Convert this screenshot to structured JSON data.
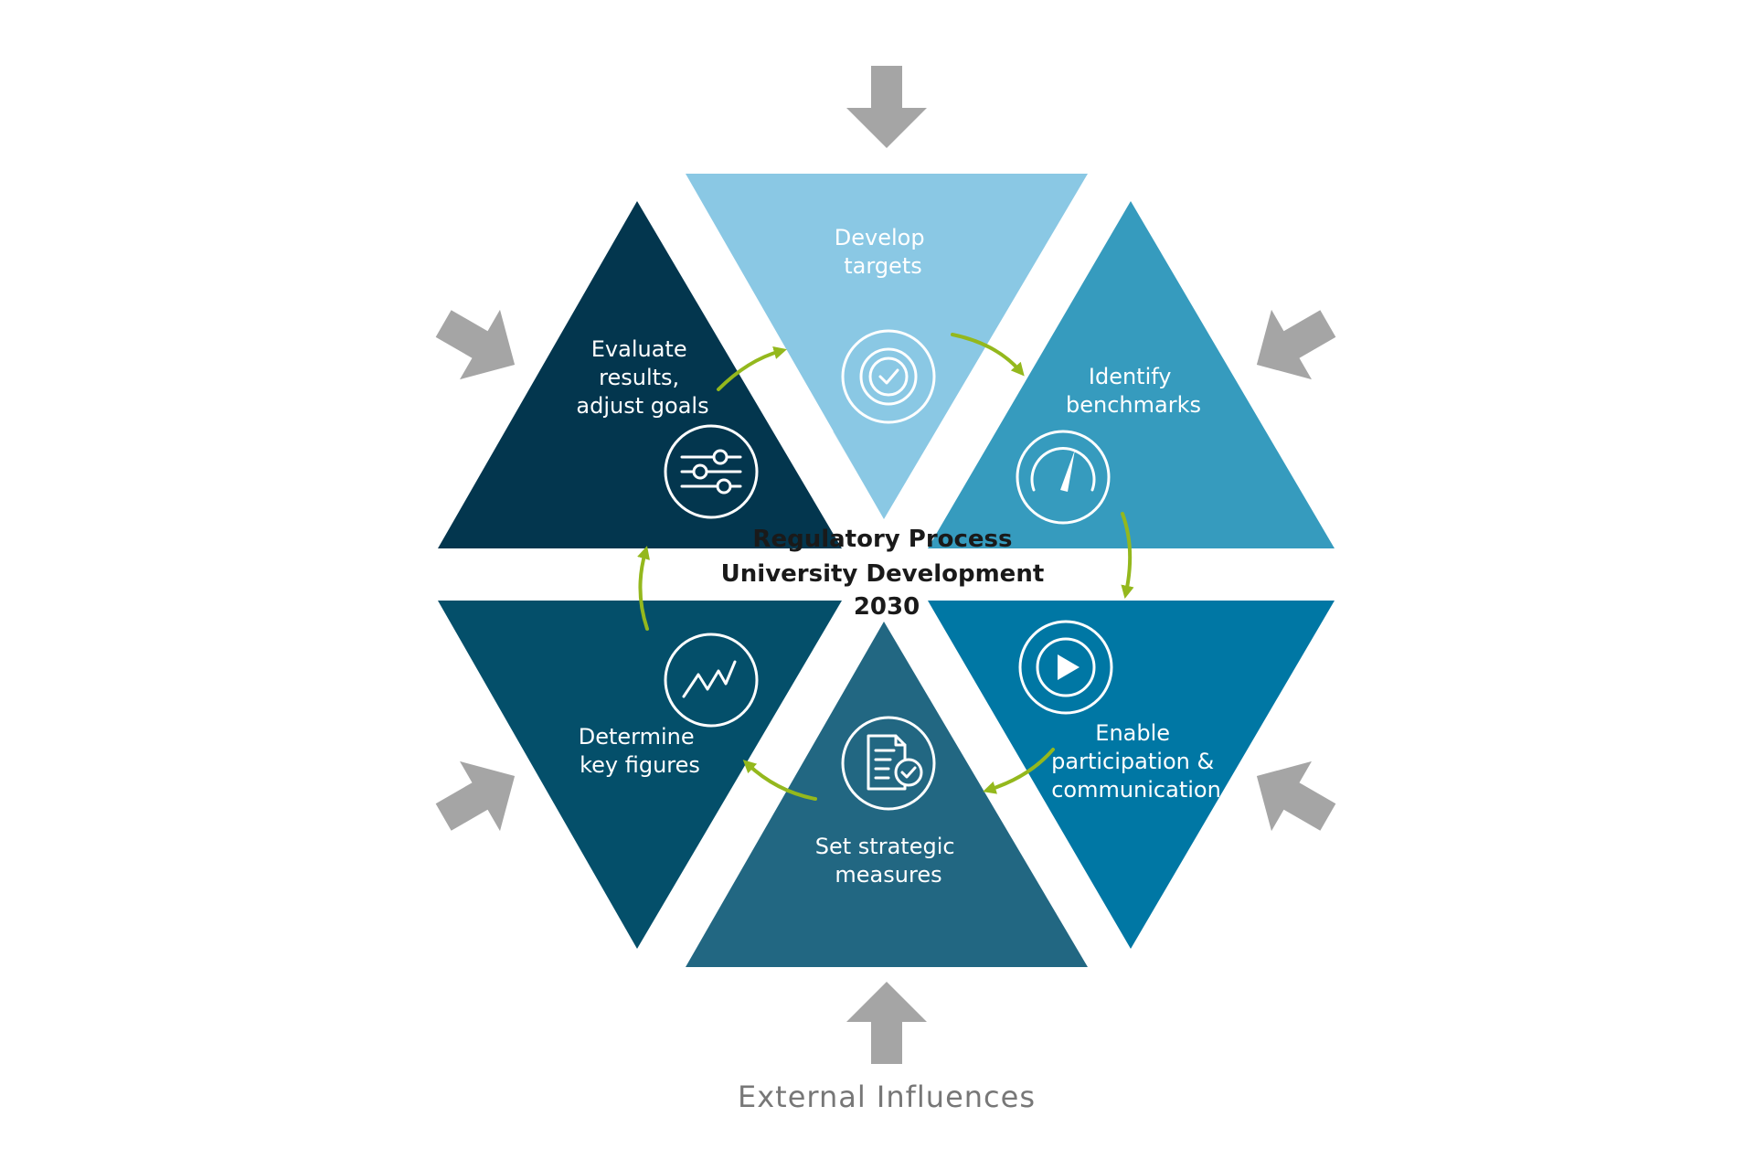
{
  "center": {
    "line1": "Regulatory Process",
    "line2": "University Development",
    "line3": "2030"
  },
  "external": {
    "label": "External Influences"
  },
  "segments": [
    {
      "id": "develop",
      "lines": [
        "Develop",
        "targets"
      ],
      "icon": "target-check-icon",
      "color": "#8ac8e4"
    },
    {
      "id": "benchmarks",
      "lines": [
        "Identify",
        "benchmarks"
      ],
      "icon": "speedometer-icon",
      "color": "#369bbe"
    },
    {
      "id": "participation",
      "lines": [
        "Enable",
        "participation &",
        "communication"
      ],
      "icon": "play-icon",
      "color": "#0077a4"
    },
    {
      "id": "measures",
      "lines": [
        "Set strategic",
        "measures"
      ],
      "icon": "document-check-icon",
      "color": "#226782"
    },
    {
      "id": "keyfigures",
      "lines": [
        "Determine",
        "key figures"
      ],
      "icon": "chart-line-icon",
      "color": "#044f6a"
    },
    {
      "id": "evaluate",
      "lines": [
        "Evaluate",
        "results,",
        "adjust goals"
      ],
      "icon": "sliders-icon",
      "color": "#03364e"
    }
  ],
  "colors": {
    "cycle_arrow": "#94b81d",
    "external_arrow": "#a5a5a5",
    "center_text": "#1a1a1a",
    "external_text": "#777777"
  }
}
